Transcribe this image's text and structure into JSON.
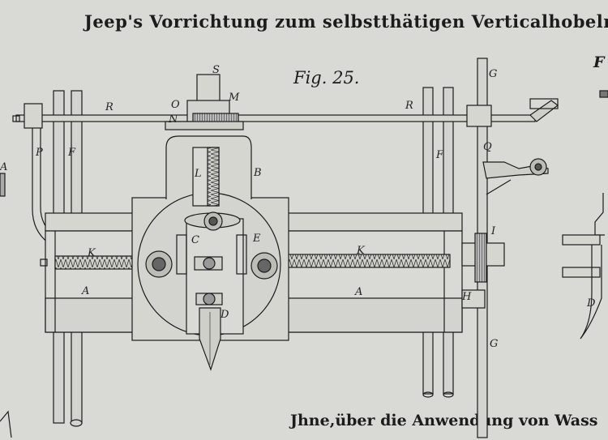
{
  "plate": {
    "title": "Jeep's Vorrichtung zum selbstthätigen Verticalhobeln.",
    "figure_label": "Fig. 25.",
    "footer_text": "Jhne,über die Anwendung von Wass",
    "edge_fragment": "F"
  },
  "labels": {
    "S": "S",
    "M": "M",
    "O": "O",
    "N": "N",
    "R_left": "R",
    "R_right": "R",
    "G_top": "G",
    "G_bottom": "G",
    "P": "P",
    "F_left": "F",
    "F_right": "F",
    "Q": "Q",
    "L": "L",
    "B": "B",
    "C": "C",
    "E": "E",
    "K_left": "K",
    "K_right": "K",
    "A_left": "A",
    "A_right": "A",
    "D": "D",
    "H": "H",
    "I": "I",
    "D_edge": "D",
    "A_edge": "A"
  },
  "colors": {
    "paper": "#d9dad5",
    "ink": "#1c1c1c",
    "shade": "#9a9a96"
  }
}
